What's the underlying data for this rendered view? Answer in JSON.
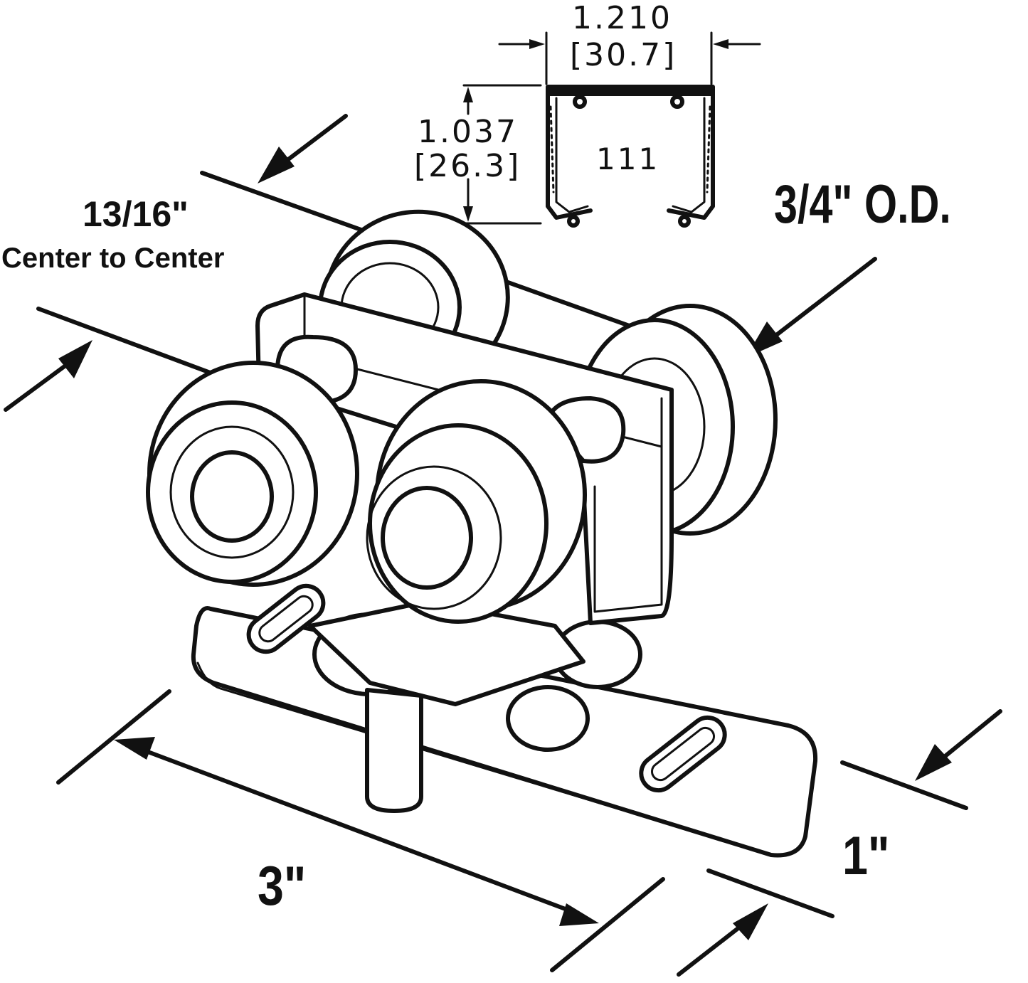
{
  "profile": {
    "width_in": "1.210",
    "width_mm": "[30.7]",
    "height_in": "1.037",
    "height_mm": "[26.3]",
    "part_number": "111"
  },
  "dimensions": {
    "wheel_spacing": "13/16\"",
    "wheel_spacing_note": "Center to Center",
    "wheel_diameter": "3/4\" O.D.",
    "plate_length": "3\"",
    "plate_width": "1\""
  },
  "colors": {
    "line": "#111111",
    "background": "#ffffff"
  }
}
